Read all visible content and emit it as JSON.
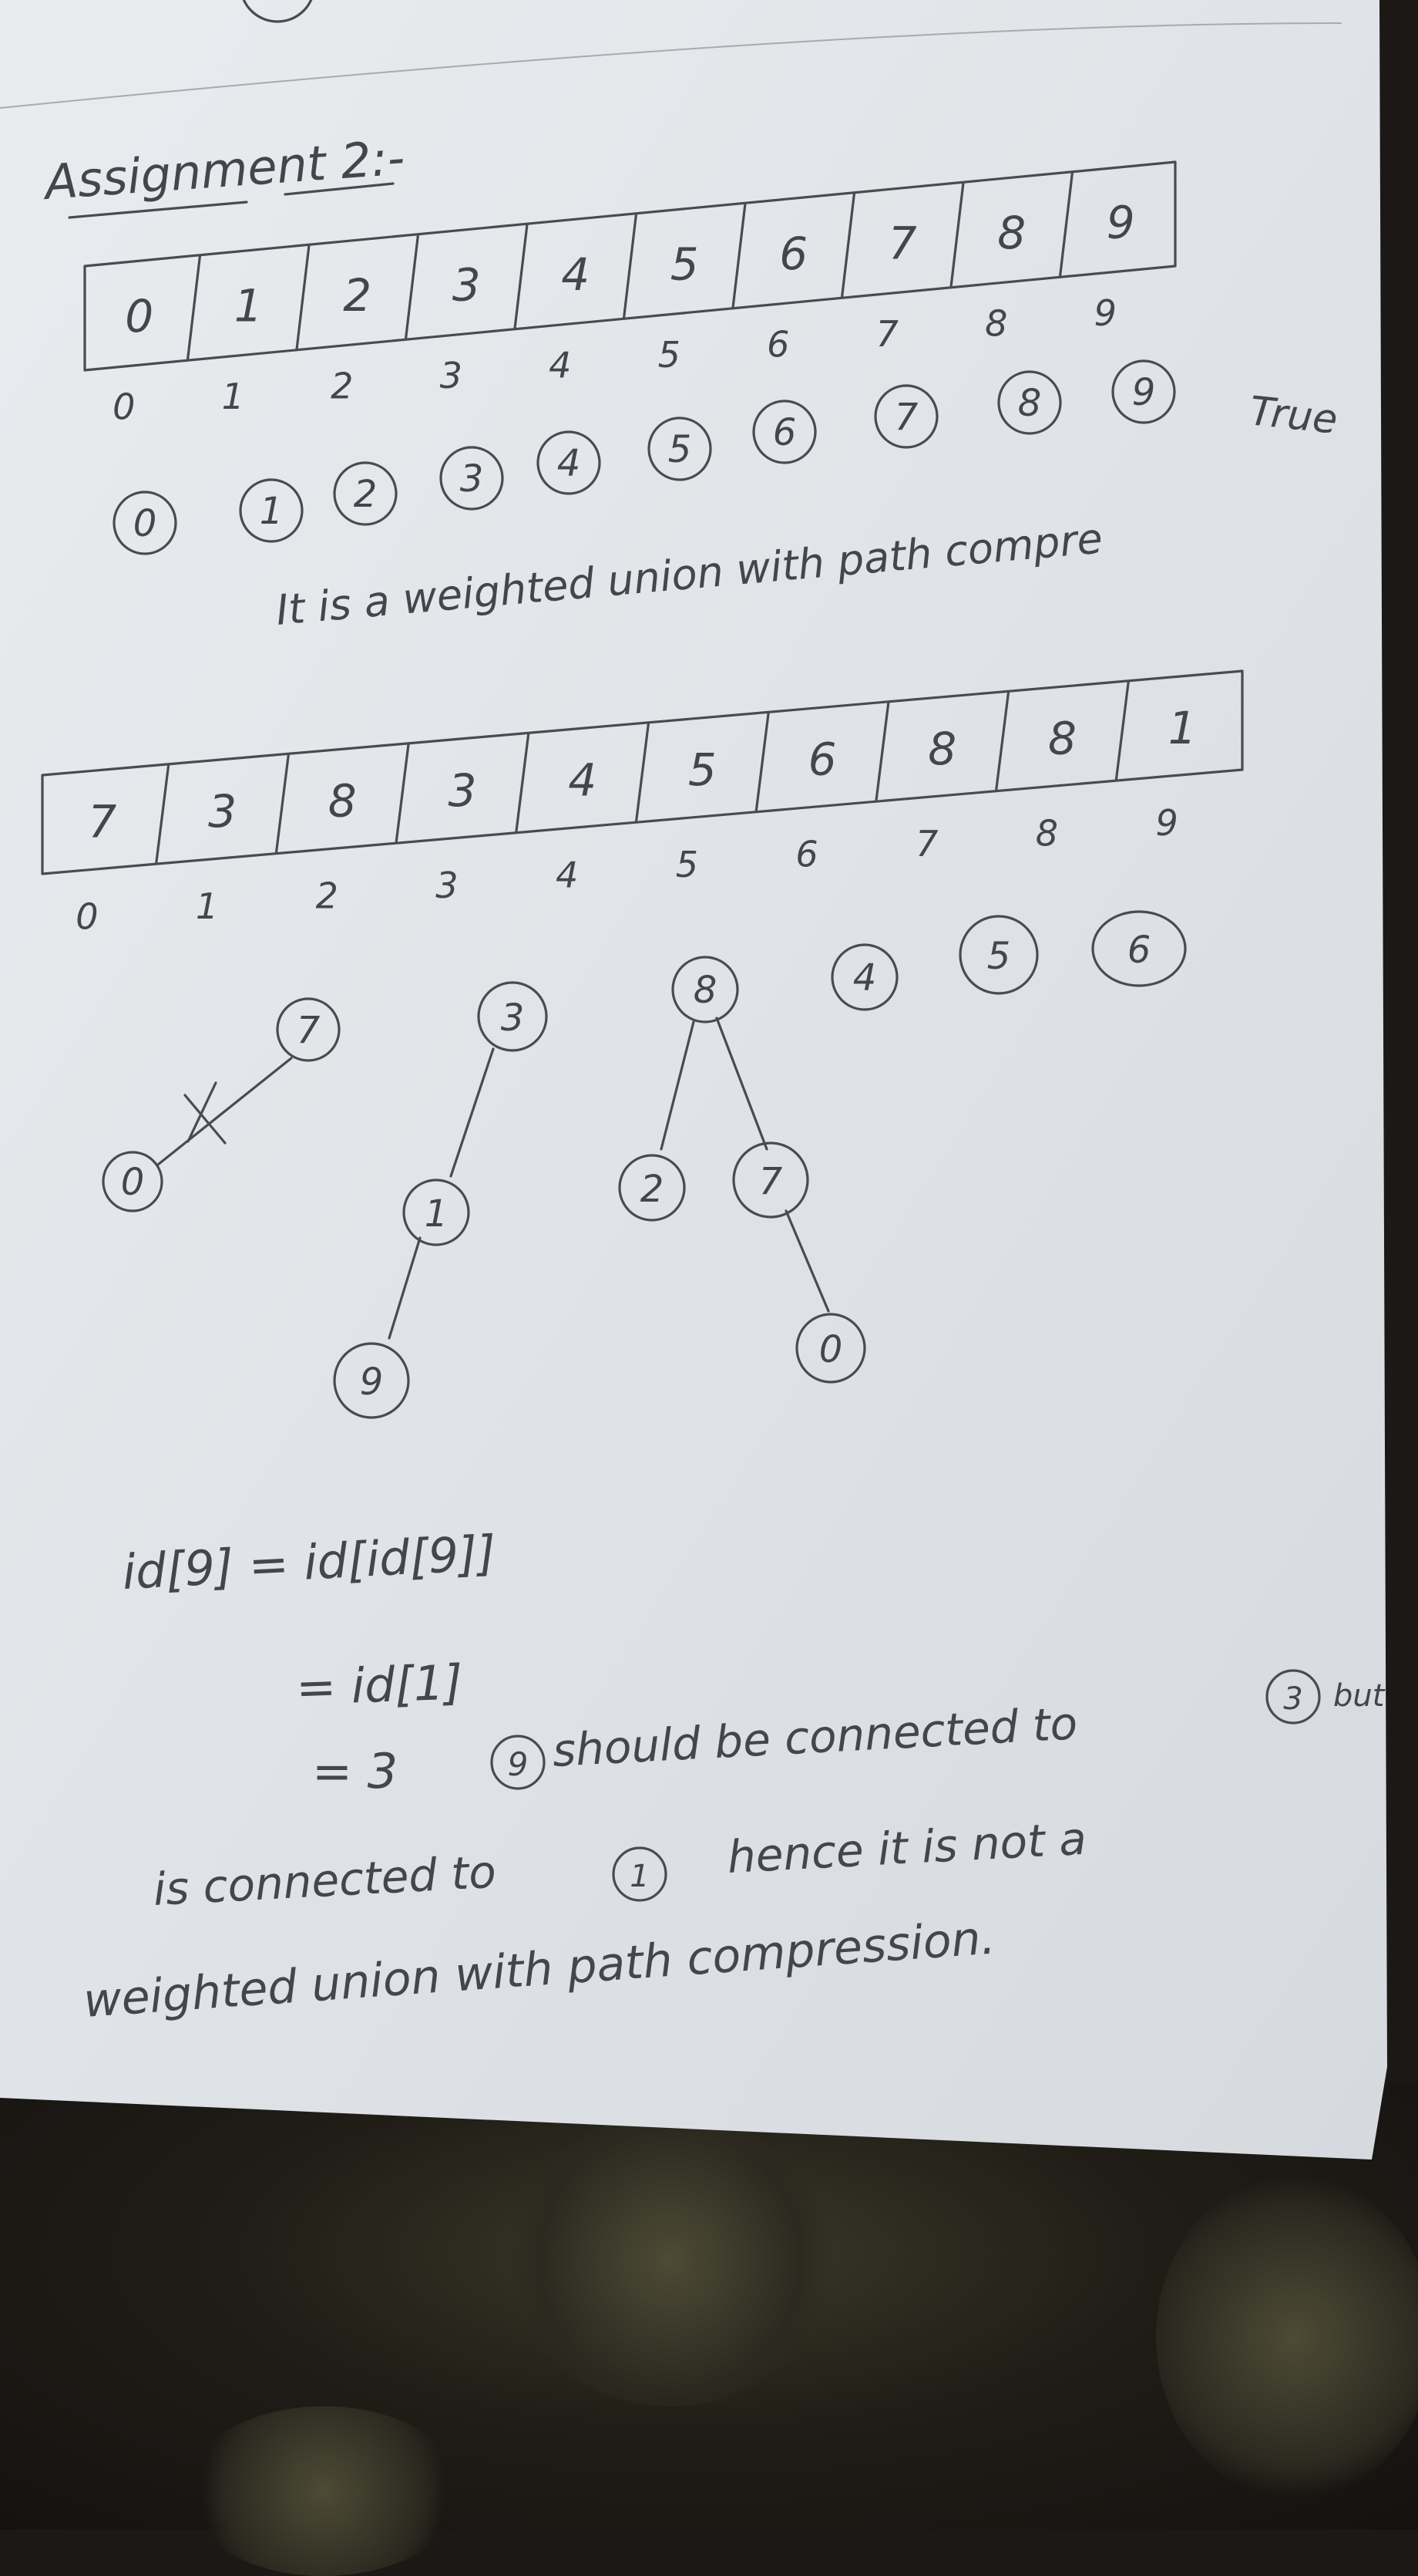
{
  "heading": "Assignment 2:-",
  "array1": {
    "values": [
      "0",
      "1",
      "2",
      "3",
      "4",
      "5",
      "6",
      "7",
      "8",
      "9"
    ],
    "indices": [
      "0",
      "1",
      "2",
      "3",
      "4",
      "5",
      "6",
      "7",
      "8",
      "9"
    ]
  },
  "singletons": [
    "0",
    "1",
    "2",
    "3",
    "4",
    "5",
    "6",
    "7",
    "8",
    "9"
  ],
  "verdict": "True",
  "statement": "It is a weighted union with path compre",
  "array2": {
    "values": [
      "7",
      "3",
      "8",
      "3",
      "4",
      "5",
      "6",
      "8",
      "8",
      "1"
    ],
    "indices": [
      "0",
      "1",
      "2",
      "3",
      "4",
      "5",
      "6",
      "7",
      "8",
      "9"
    ]
  },
  "trees": {
    "loose_nodes": [
      "4",
      "5",
      "6"
    ],
    "crossed_edge": {
      "child": "0",
      "parent": "7"
    },
    "tree3": {
      "root": "3",
      "child": "1",
      "grandchild": "9"
    },
    "tree8": {
      "root": "8",
      "left": "2",
      "right": "7",
      "right_child": "0"
    }
  },
  "derivation": {
    "line1": "id[9] = id[id[9]]",
    "line2": "= id[1]",
    "line3_prefix": "= 3",
    "line3_node": "9",
    "line3_text": "should be connected to",
    "line3_node2": "3",
    "line3_end": "but",
    "line4_text": "is connected to",
    "line4_node": "1",
    "line4_end": "hence it is not a",
    "line5": "weighted union with path compression."
  }
}
